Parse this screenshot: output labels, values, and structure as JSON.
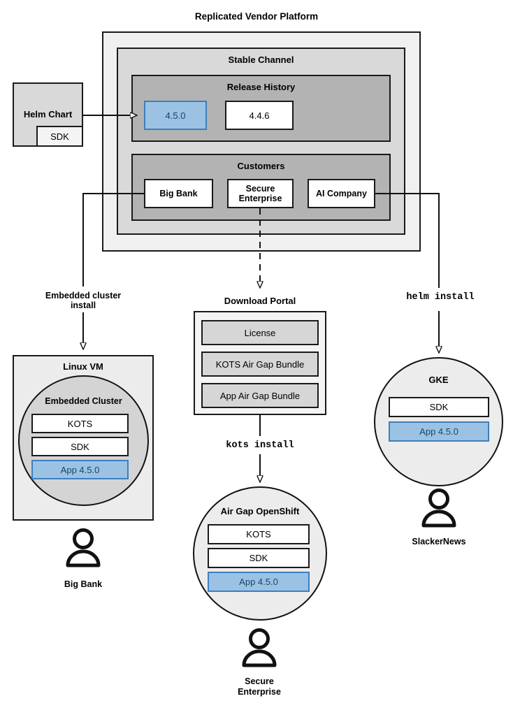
{
  "diagram": {
    "title": "Replicated Vendor Platform",
    "platform": {
      "channel_title": "Stable Channel",
      "release_history": {
        "title": "Release History",
        "releases": [
          {
            "version": "4.5.0",
            "highlighted": true
          },
          {
            "version": "4.4.6",
            "highlighted": false
          }
        ]
      },
      "customers": {
        "title": "Customers",
        "items": [
          {
            "name": "Big Bank"
          },
          {
            "name": "Secure\nEnterprise"
          },
          {
            "name": "AI Company"
          }
        ]
      }
    },
    "source": {
      "name": "Helm Chart",
      "sub": "SDK"
    },
    "download_portal": {
      "title": "Download Portal",
      "artifacts": [
        "License",
        "KOTS Air Gap Bundle",
        "App Air Gap Bundle"
      ]
    },
    "edge_labels": {
      "embedded": "Embedded cluster\ninstall",
      "kots": "kots install",
      "helm": "helm install"
    },
    "targets": [
      {
        "id": "linux-vm",
        "host": "Linux VM",
        "cluster": "Embedded Cluster",
        "components": [
          {
            "label": "KOTS",
            "highlighted": false
          },
          {
            "label": "SDK",
            "highlighted": false
          },
          {
            "label": "App 4.5.0",
            "highlighted": true
          }
        ],
        "user": "Big Bank"
      },
      {
        "id": "airgap-openshift",
        "host": "Air Gap OpenShift",
        "components": [
          {
            "label": "KOTS",
            "highlighted": false
          },
          {
            "label": "SDK",
            "highlighted": false
          },
          {
            "label": "App 4.5.0",
            "highlighted": true
          }
        ],
        "user": "Secure\nEnterprise"
      },
      {
        "id": "gke",
        "host": "GKE",
        "components": [
          {
            "label": "SDK",
            "highlighted": false
          },
          {
            "label": "App 4.5.0",
            "highlighted": true
          }
        ],
        "user": "SlackerNews"
      }
    ],
    "colors": {
      "highlight_fill": "#9cc2e3",
      "highlight_border": "#3c7fbf",
      "highlight_text": "#14466e",
      "stroke": "#1a1a1a"
    }
  }
}
